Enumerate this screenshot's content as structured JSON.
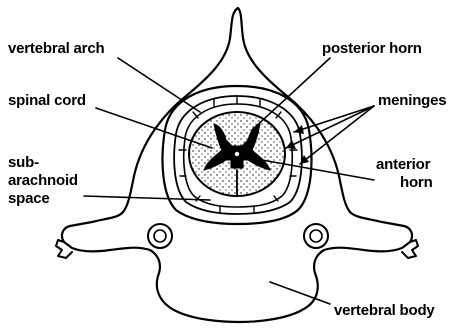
{
  "labels": {
    "vertebral_arch": "vertebral arch",
    "posterior_horn": "posterior horn",
    "spinal_cord": "spinal cord",
    "meninges": "meninges",
    "subarachnoid_line1": "sub-",
    "subarachnoid_line2": "arachnoid",
    "subarachnoid_line3": "space",
    "anterior_horn_line1": "anterior",
    "anterior_horn_line2": "horn",
    "vertebral_body": "vertebral body"
  },
  "colors": {
    "ink": "#000000",
    "background": "#ffffff"
  }
}
